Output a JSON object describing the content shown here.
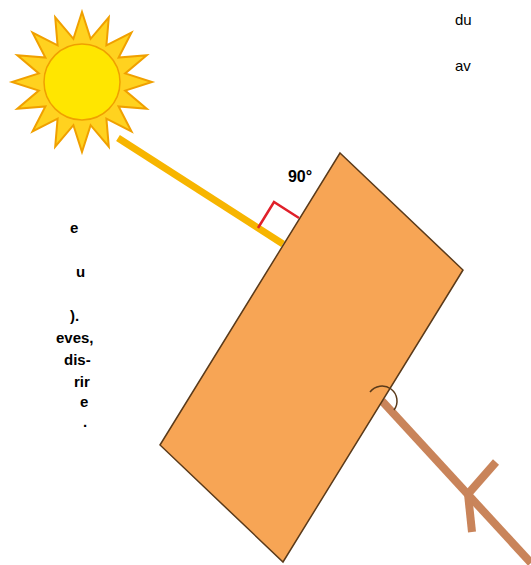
{
  "diagram": {
    "labels": [
      "90°",
      "e",
      "u",
      ").",
      "eves,",
      "dis-",
      "rir",
      "e",
      ".",
      "du",
      "av"
    ]
  }
}
